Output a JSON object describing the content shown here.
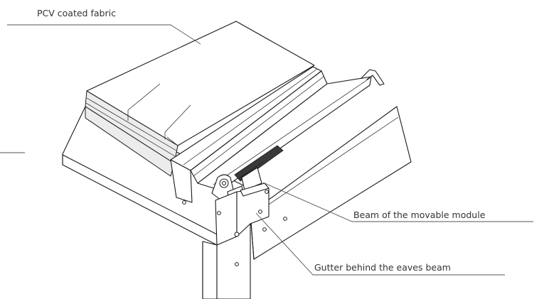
{
  "labels": {
    "fabric": "PCV coated fabric",
    "beam": "Beam of the movable module",
    "gutter": "Gutter behind the eaves beam"
  }
}
